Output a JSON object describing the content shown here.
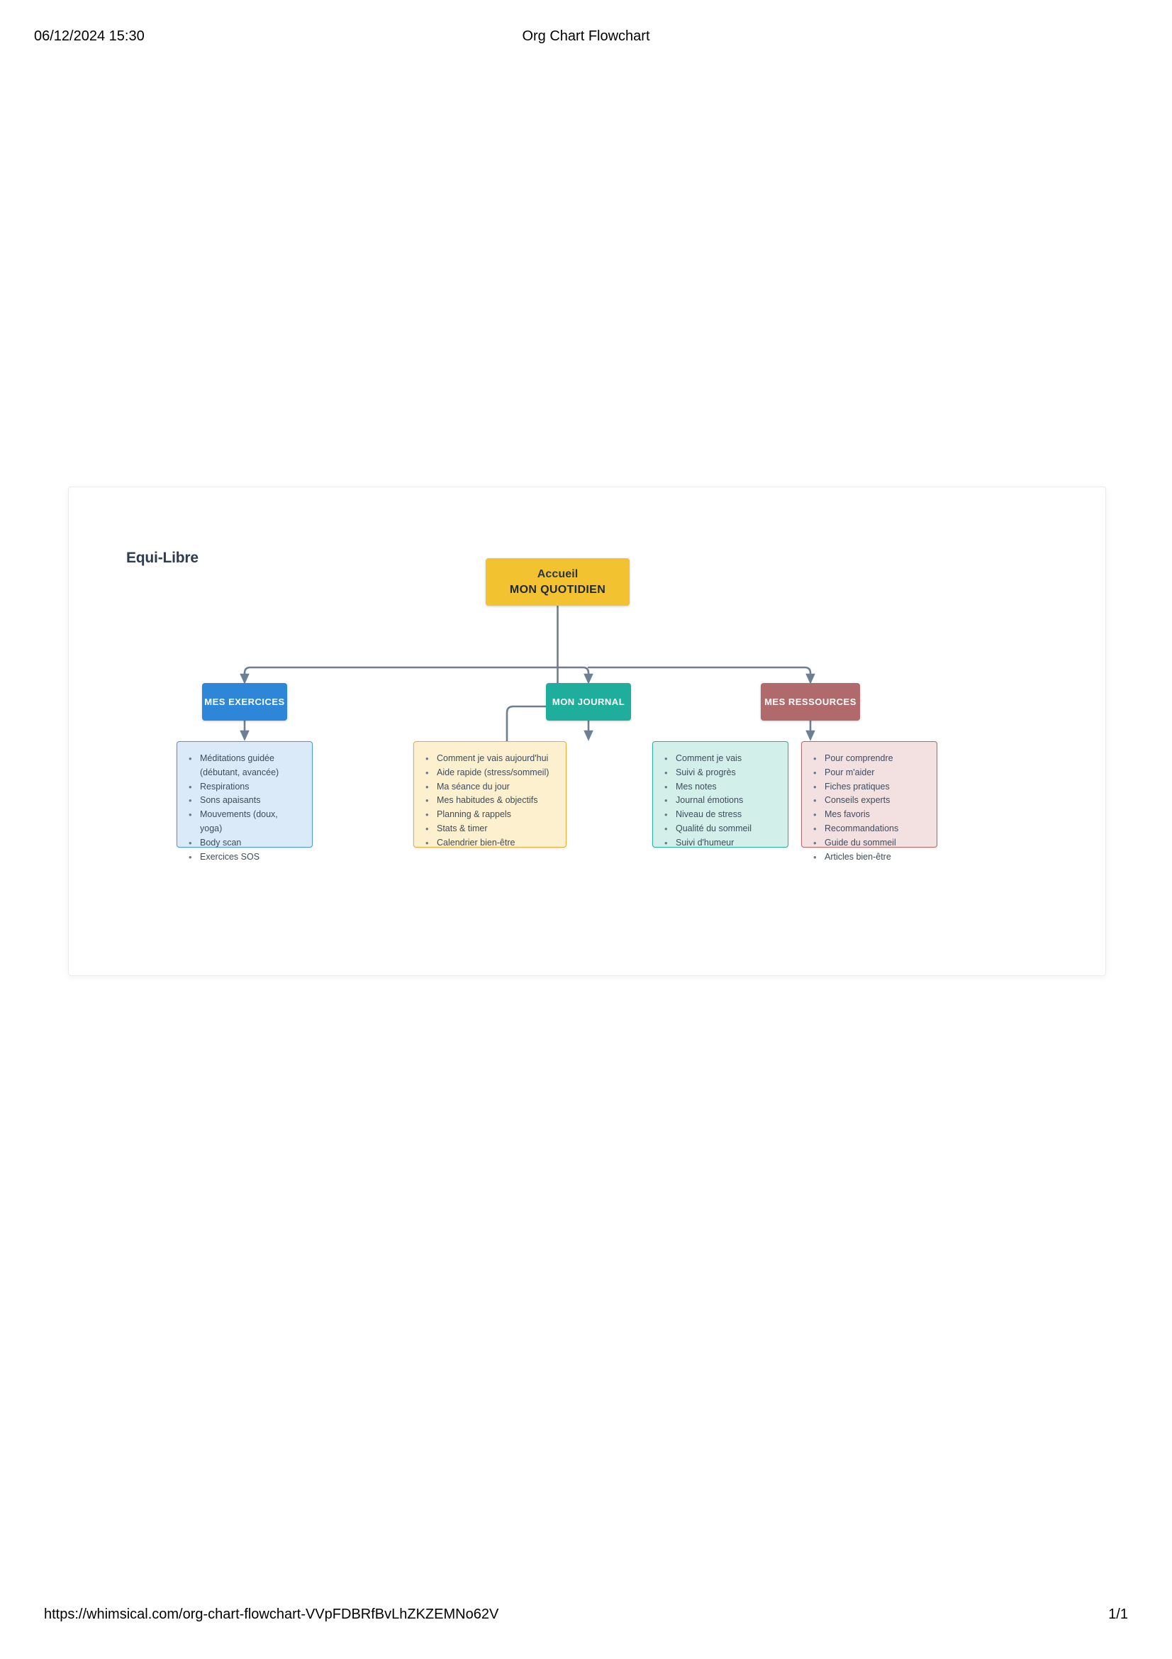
{
  "page": {
    "header": {
      "date": "06/12/2024 15:30",
      "title": "Org Chart Flowchart"
    },
    "footer": {
      "url": "https://whimsical.com/org-chart-flowchart-VVpFDBRfBvLhZKZEMNo62V",
      "page_number": "1/1"
    }
  },
  "board": {
    "title": "Equi-Libre"
  },
  "colors": {
    "root": "#f2c230",
    "exercices": "#2e86d9",
    "journal": "#1fae9b",
    "ressources": "#b06a6c",
    "connector": "#6d7f90",
    "title_text": "#2e3c4e"
  },
  "chart_data": {
    "type": "diagram",
    "diagram_type": "org-chart-flowchart",
    "title": "Equi-Libre",
    "root": {
      "id": "accueil",
      "line1": "Accueil",
      "line2": "MON QUOTIDIEN",
      "color": "#f2c230"
    },
    "branches": [
      {
        "id": "mes-exercices",
        "label": "MES EXERCICES",
        "color": "#2e86d9",
        "list_background": "#dbeaf8",
        "list_border": "#4f95d8",
        "items": [
          "Méditations guidée\n(débutant, avancée)",
          "Respirations",
          "Sons apaisants",
          "Mouvements (doux, yoga)",
          "Body scan",
          "Exercices SOS"
        ]
      },
      {
        "id": "mon-quotidien-list",
        "label": "",
        "color": "#f2c230",
        "list_background": "#fcf0cf",
        "list_border": "#e5ae3a",
        "items": [
          "Comment je vais aujourd'hui",
          "Aide rapide (stress/sommeil)",
          "Ma séance du jour",
          "Mes habitudes & objectifs",
          "Planning & rappels",
          "Stats & timer",
          "Calendrier bien-être"
        ]
      },
      {
        "id": "mon-journal",
        "label": "MON JOURNAL",
        "color": "#1fae9b",
        "list_background": "#d2f0e9",
        "list_border": "#2eac9c",
        "items": [
          "Comment je vais",
          "Suivi & progrès",
          "Mes notes",
          "Journal émotions",
          "Niveau de stress",
          "Qualité du sommeil",
          "Suivi d'humeur"
        ]
      },
      {
        "id": "mes-ressources",
        "label": "MES RESSOURCES",
        "color": "#b06a6c",
        "list_background": "#f3e1e2",
        "list_border": "#b2696c",
        "items": [
          "Pour comprendre",
          "Pour m'aider",
          "Fiches pratiques",
          "Conseils experts",
          "Mes favoris",
          "Recommandations",
          "Guide du sommeil",
          "Articles bien-être"
        ]
      }
    ]
  }
}
